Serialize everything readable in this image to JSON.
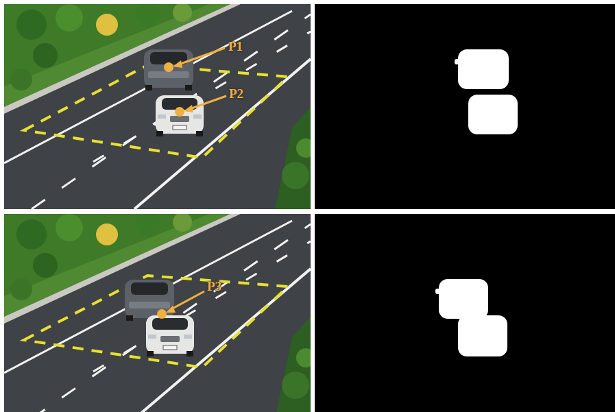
{
  "diagram": {
    "labels": [
      "P1",
      "P2",
      "P3"
    ]
  }
}
